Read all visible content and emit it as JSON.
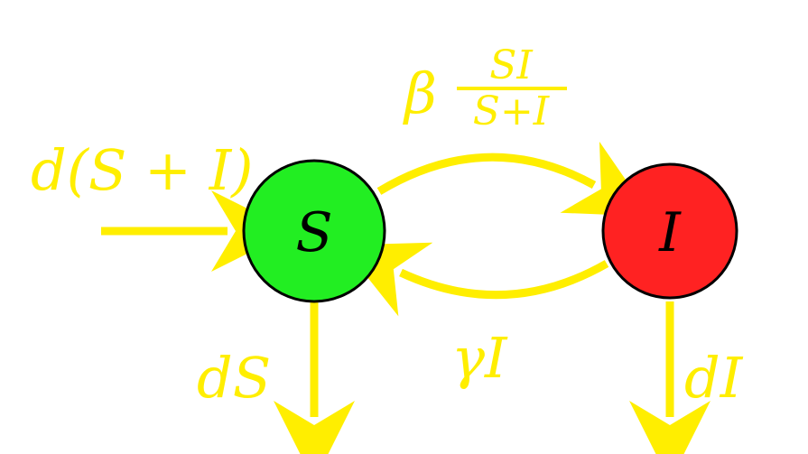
{
  "colors": {
    "arrow": "#ffee00",
    "label": "#ffee00",
    "susceptible_fill": "#22ee22",
    "infected_fill": "#ff2222",
    "node_stroke": "#000000",
    "node_text": "#000000"
  },
  "nodes": {
    "susceptible": {
      "label": "S"
    },
    "infected": {
      "label": "I"
    }
  },
  "labels": {
    "birth": "d(S + I)",
    "infection_prefix": "β",
    "infection_numerator": "SI",
    "infection_denominator": "S+I",
    "recovery": "γI",
    "death_s": "dS",
    "death_i": "dI"
  }
}
